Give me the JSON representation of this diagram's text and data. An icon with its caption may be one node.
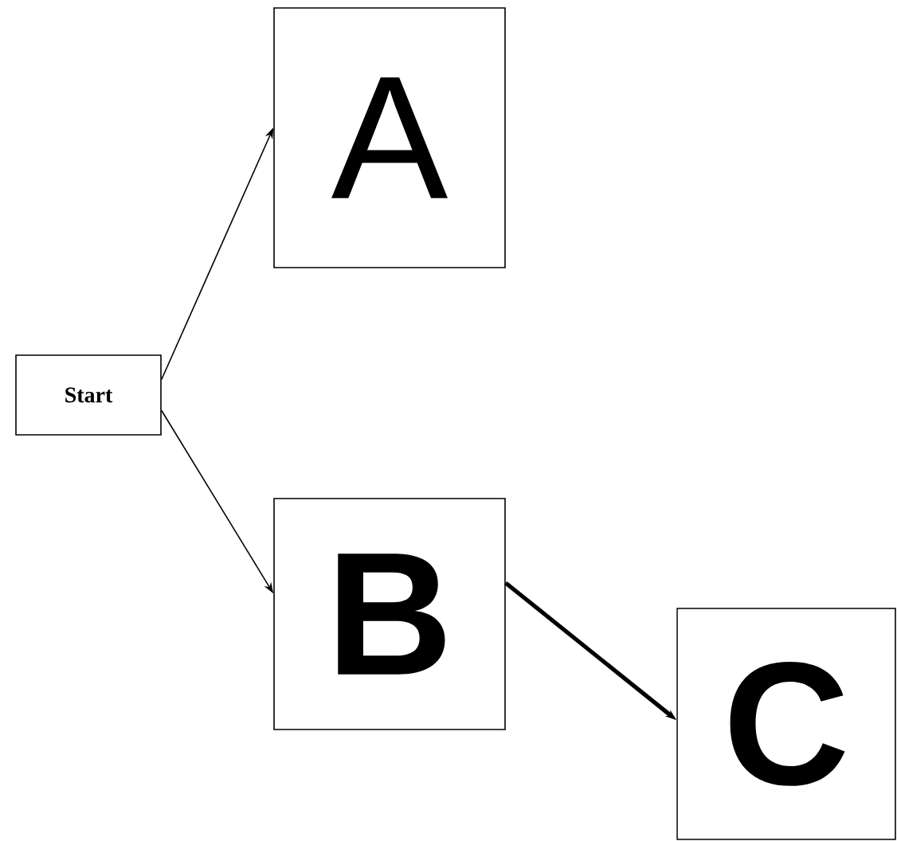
{
  "diagram": {
    "nodes": [
      {
        "text": [
          "Start"
        ]
      },
      {
        "text": [
          "A"
        ]
      },
      {
        "text": [
          "B"
        ]
      },
      {
        "text": [
          "C"
        ]
      }
    ],
    "edges": [
      {
        "from": 0,
        "to": 1,
        "arrow": "to"
      },
      {
        "from": 0,
        "to": 2,
        "arrow": "to"
      },
      {
        "from": 2,
        "to": 3,
        "arrow": "to",
        "style": "thick"
      }
    ]
  }
}
